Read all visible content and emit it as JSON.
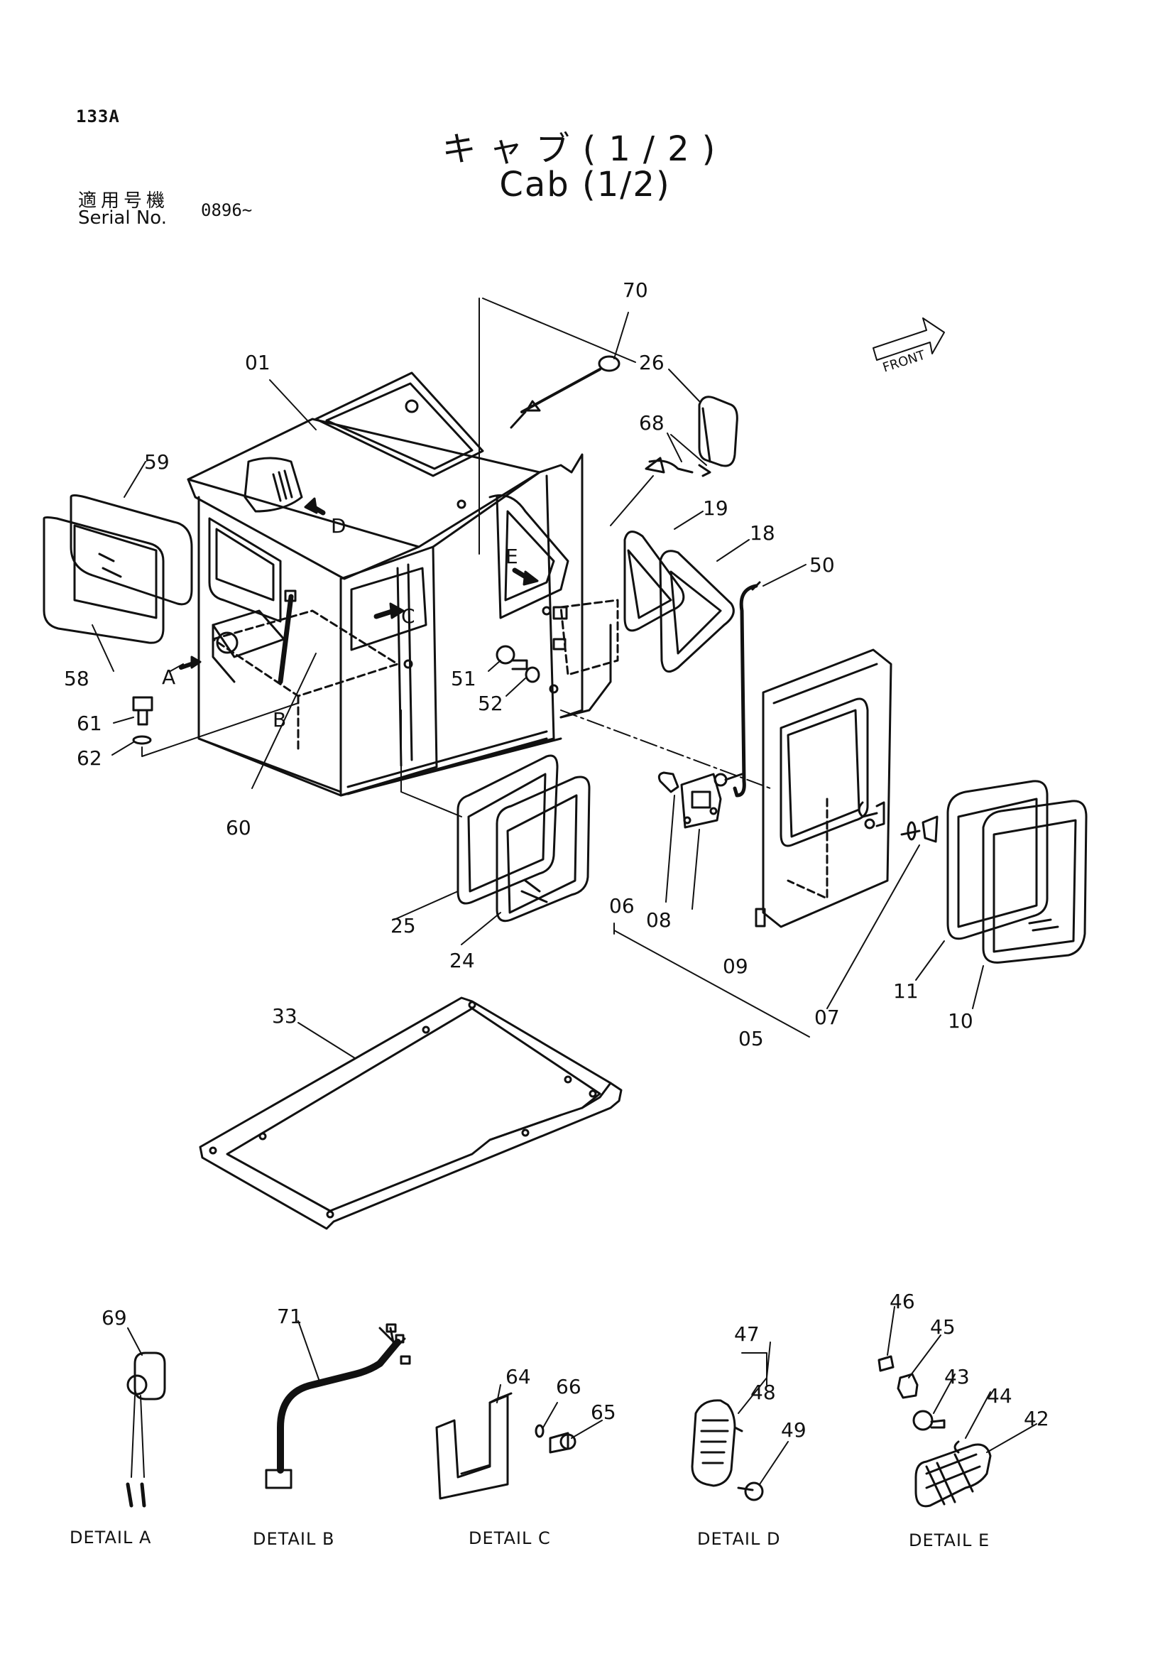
{
  "header": {
    "page_code": "133A",
    "title_jp": "キャブ(1/2)",
    "title_en": "Cab (1/2)",
    "serial_label_jp": "適用号機",
    "serial_label_en": "Serial No.",
    "serial_value": "0896~"
  },
  "front_marker": "FRONT",
  "parts": [
    {
      "key": "p01",
      "label": "01"
    },
    {
      "key": "p05",
      "label": "05"
    },
    {
      "key": "p06",
      "label": "06"
    },
    {
      "key": "p07",
      "label": "07"
    },
    {
      "key": "p08",
      "label": "08"
    },
    {
      "key": "p09",
      "label": "09"
    },
    {
      "key": "p10",
      "label": "10"
    },
    {
      "key": "p11",
      "label": "11"
    },
    {
      "key": "p18",
      "label": "18"
    },
    {
      "key": "p19",
      "label": "19"
    },
    {
      "key": "p24",
      "label": "24"
    },
    {
      "key": "p25",
      "label": "25"
    },
    {
      "key": "p26",
      "label": "26"
    },
    {
      "key": "p33",
      "label": "33"
    },
    {
      "key": "p42",
      "label": "42"
    },
    {
      "key": "p43",
      "label": "43"
    },
    {
      "key": "p44",
      "label": "44"
    },
    {
      "key": "p45",
      "label": "45"
    },
    {
      "key": "p46",
      "label": "46"
    },
    {
      "key": "p47",
      "label": "47"
    },
    {
      "key": "p48",
      "label": "48"
    },
    {
      "key": "p49",
      "label": "49"
    },
    {
      "key": "p50",
      "label": "50"
    },
    {
      "key": "p51",
      "label": "51"
    },
    {
      "key": "p52",
      "label": "52"
    },
    {
      "key": "p58",
      "label": "58"
    },
    {
      "key": "p59",
      "label": "59"
    },
    {
      "key": "p60",
      "label": "60"
    },
    {
      "key": "p61",
      "label": "61"
    },
    {
      "key": "p62",
      "label": "62"
    },
    {
      "key": "p64",
      "label": "64"
    },
    {
      "key": "p65",
      "label": "65"
    },
    {
      "key": "p66",
      "label": "66"
    },
    {
      "key": "p68",
      "label": "68"
    },
    {
      "key": "p69",
      "label": "69"
    },
    {
      "key": "p70",
      "label": "70"
    },
    {
      "key": "p71",
      "label": "71"
    }
  ],
  "detail_refs": {
    "A": "A",
    "B": "B",
    "C": "C",
    "D": "D",
    "E": "E"
  },
  "detail_captions": {
    "A": "DETAIL A",
    "B": "DETAIL B",
    "C": "DETAIL C",
    "D": "DETAIL D",
    "E": "DETAIL E"
  }
}
